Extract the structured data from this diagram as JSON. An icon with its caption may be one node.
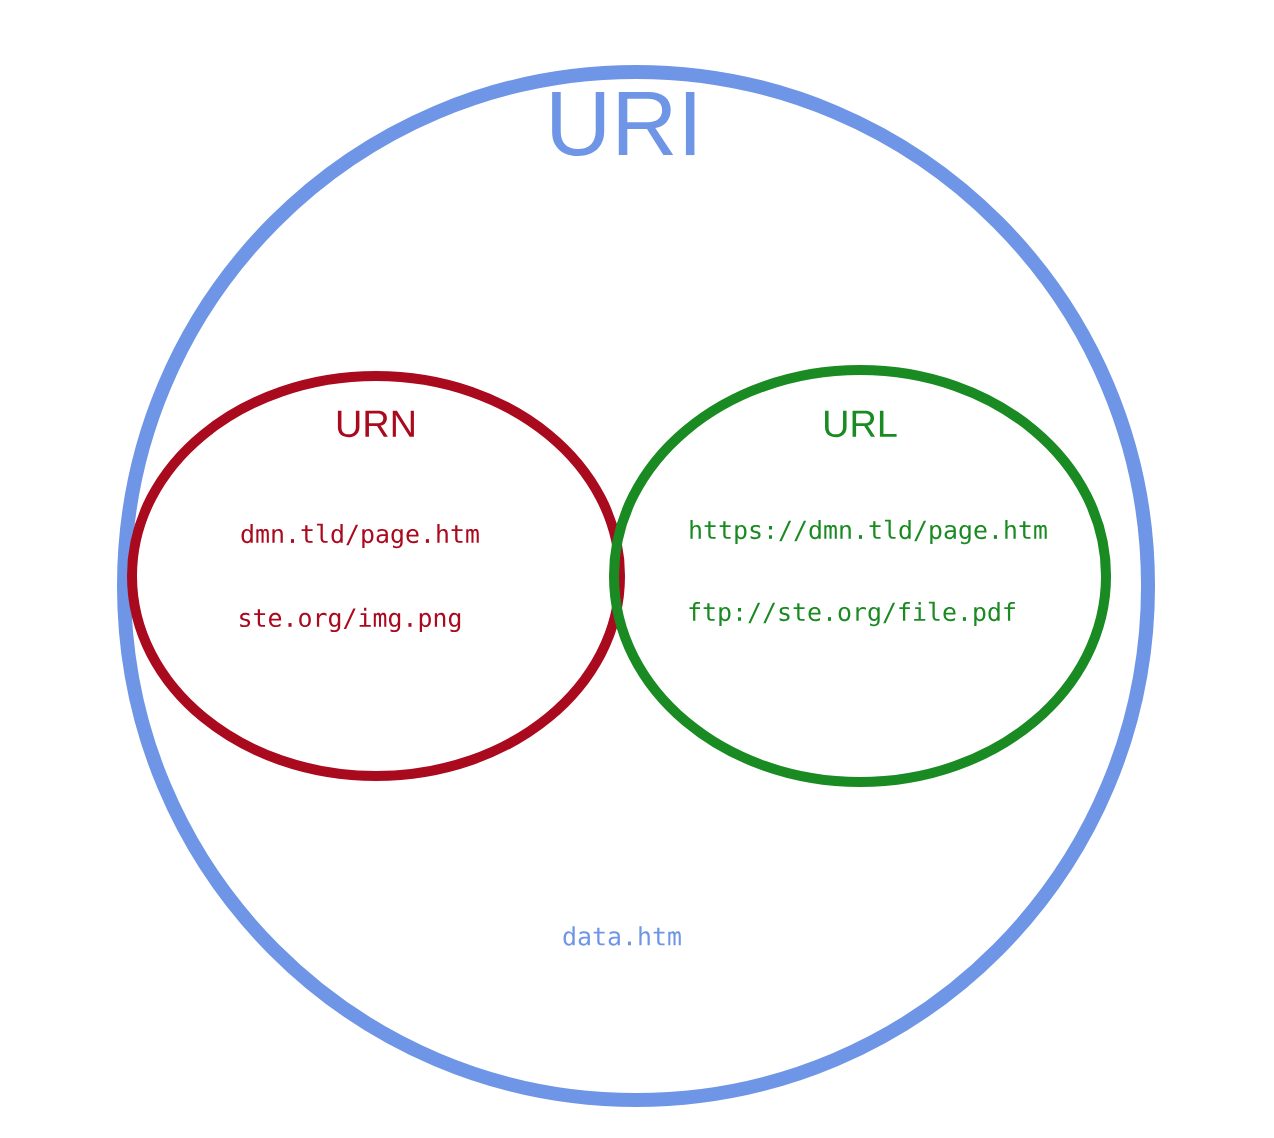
{
  "diagram": {
    "nodes": [
      {
        "text": [
          "URI",
          "data.htm"
        ]
      },
      {
        "text": [
          "URN",
          "dmn.tld/page.htm",
          "ste.org/img.png"
        ],
        "in": 0
      },
      {
        "text": [
          "URL",
          "https://dmn.tld/page.htm",
          "ftp://ste.org/file.pdf"
        ],
        "in": 0
      }
    ]
  }
}
